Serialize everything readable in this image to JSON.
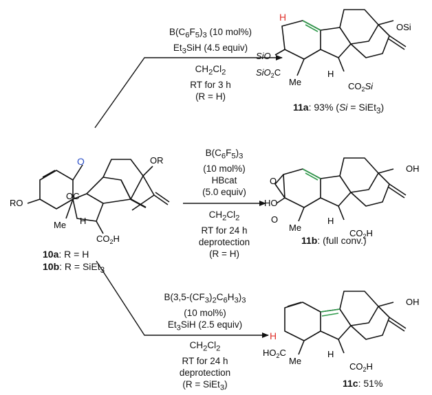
{
  "colors": {
    "bond": "#111111",
    "new_alkene": "#2e9a4a",
    "new_h": "#e0302a",
    "epoxide_o": "#2b4fc8"
  },
  "starting_material": {
    "atoms": {
      "o_epoxide": "O",
      "oc": "OC",
      "ro_left": "RO",
      "me": "Me",
      "h": "H",
      "co2h": "CO",
      "or_right": "OR"
    },
    "labels": [
      {
        "id": "10a",
        "text": ": R = H"
      },
      {
        "id": "10b",
        "text": ": R = SiEt"
      }
    ]
  },
  "reactions": [
    {
      "conditions": [
        "B(C",
        "Et",
        "CH",
        "RT for 3 h",
        "(R = H)"
      ],
      "product": {
        "id": "11a",
        "yield": ": 93% (",
        "si": "Si",
        "si_def": " = SiEt",
        "close": ")"
      }
    },
    {
      "conditions": [
        "B(C",
        "(10 mol%)",
        "HBcat",
        "(5.0 equiv)",
        "CH",
        "RT for 24 h",
        "deprotection",
        "(R = H)"
      ],
      "product": {
        "id": "11b",
        "yield": ": (full conv.)"
      }
    },
    {
      "conditions": [
        "B(3,5-(CF",
        "(10 mol%)",
        "Et",
        "CH",
        "RT for 24 h",
        "deprotection",
        "(R = SiEt"
      ],
      "product": {
        "id": "11c",
        "yield": ": 51%"
      }
    }
  ],
  "product_atoms": {
    "a_h": "H",
    "a_sio": "SiO",
    "a_sio2c": "SiO",
    "a_me": "Me",
    "a_h2": "H",
    "a_co2si": "CO",
    "a_osi": "OSi",
    "b_o": "O",
    "b_ho": "HO",
    "b_o2": "O",
    "b_me": "Me",
    "b_h": "H",
    "b_co2h": "CO",
    "b_oh": "OH",
    "c_h": "H",
    "c_ho2c": "HO",
    "c_me": "Me",
    "c_h2": "H",
    "c_co2h": "CO",
    "c_oh": "OH"
  }
}
